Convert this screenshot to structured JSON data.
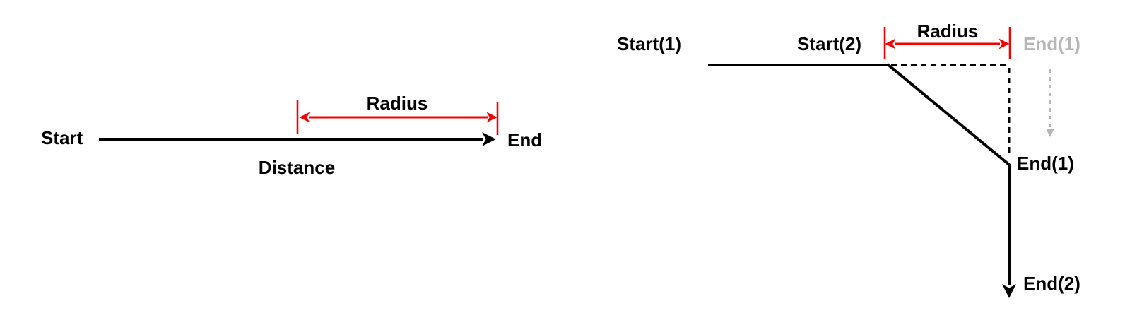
{
  "figure_left": {
    "start_label": "Start",
    "end_label": "End",
    "distance_label": "Distance",
    "radius_label": "Radius"
  },
  "figure_right": {
    "start1_label": "Start(1)",
    "start2_label": "Start(2)",
    "radius_label": "Radius",
    "end1_ghost_label": "End(1)",
    "end1_label": "End(1)",
    "end2_label": "End(2)"
  },
  "colors": {
    "background": "#ffffff",
    "line": "#000000",
    "measure": "#f40000",
    "ghost": "#b7b7b7"
  }
}
